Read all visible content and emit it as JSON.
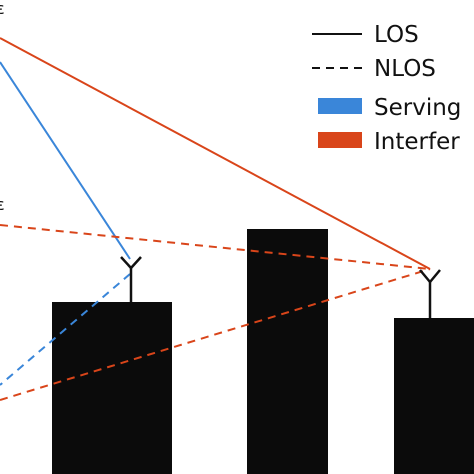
{
  "legend": {
    "los_label": "LOS",
    "nlos_label": "NLOS",
    "serving_label": "Serving",
    "interference_label": "Interfer"
  },
  "colors": {
    "serving": "#3a86d9",
    "interference": "#d9451a",
    "building": "#0b0b0b",
    "line": "#111111"
  }
}
